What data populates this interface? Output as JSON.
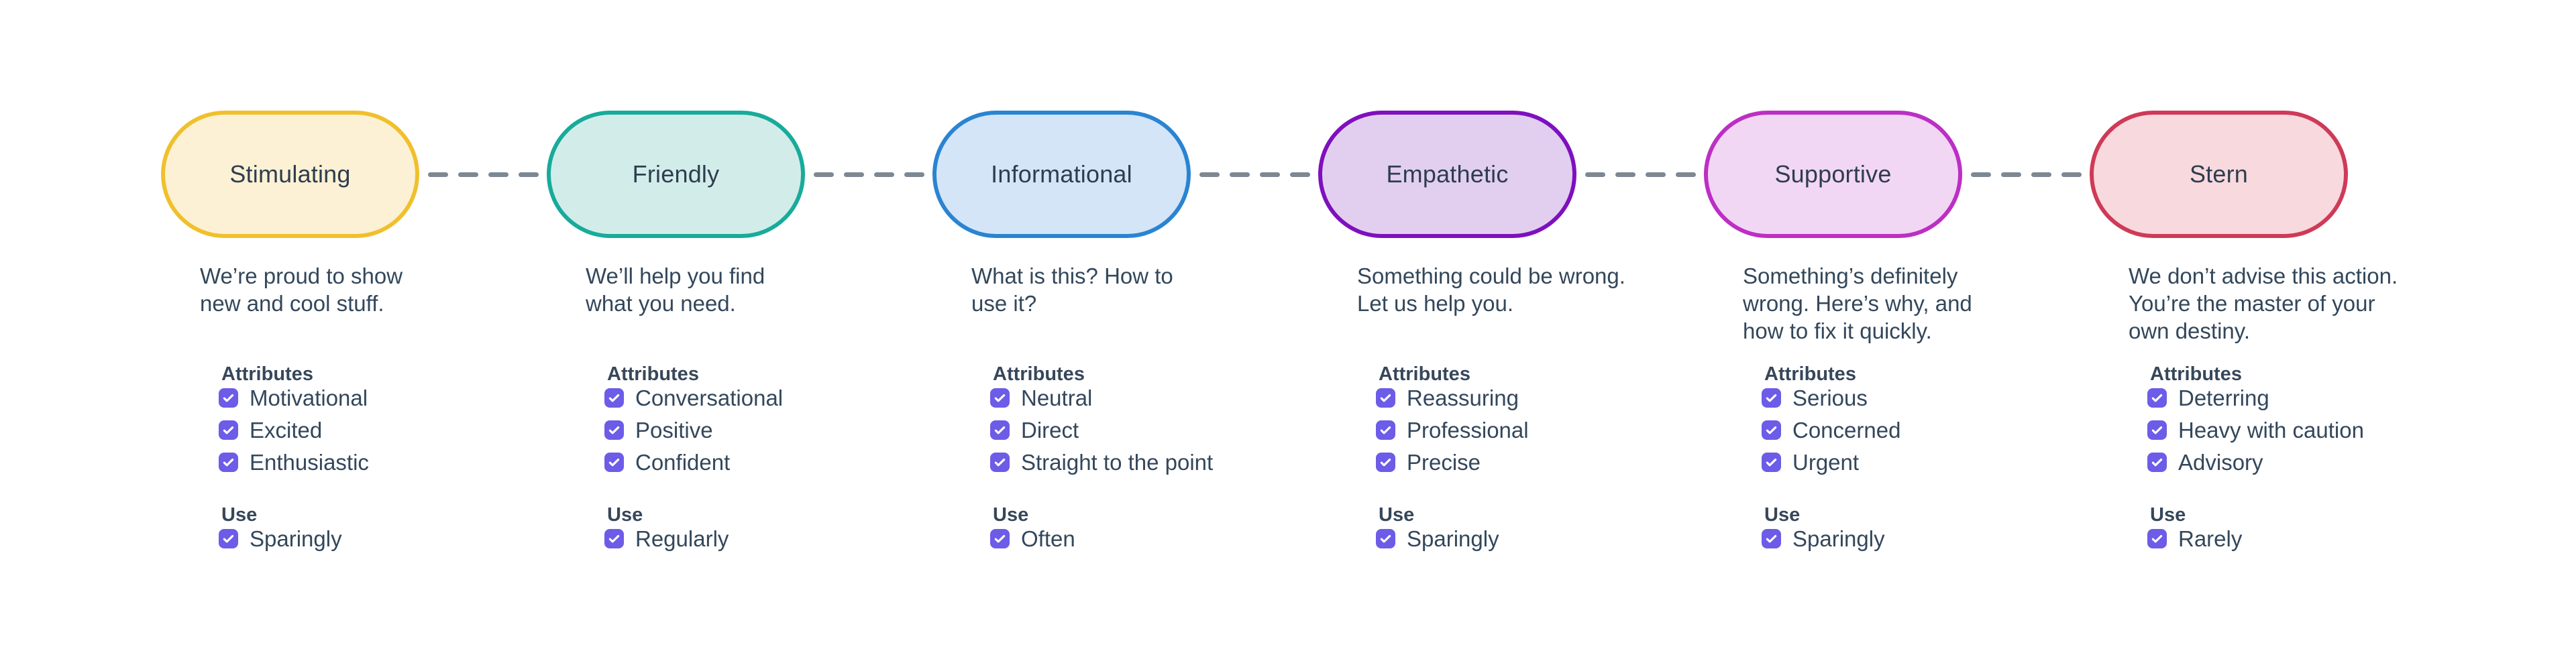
{
  "diagram": {
    "checkbox_color": "#6C5CE7",
    "connector_color": "#7C8894",
    "text_color": "#33475B",
    "tones": [
      {
        "label": "Stimulating",
        "border_color": "#F0C02C",
        "fill_color": "#FCF1D4",
        "description": "We’re proud to show\nnew and cool stuff.",
        "attributes_label": "Attributes",
        "attributes": [
          {
            "label": "Motivational",
            "checked": true
          },
          {
            "label": "Excited",
            "checked": true
          },
          {
            "label": "Enthusiastic",
            "checked": true
          }
        ],
        "use_label": "Use",
        "use": {
          "label": "Sparingly",
          "checked": true
        }
      },
      {
        "label": "Friendly",
        "border_color": "#18AB9B",
        "fill_color": "#D2EDE9",
        "description": "We’ll help you find\nwhat you need.",
        "attributes_label": "Attributes",
        "attributes": [
          {
            "label": "Conversational",
            "checked": true
          },
          {
            "label": "Positive",
            "checked": true
          },
          {
            "label": "Confident",
            "checked": true
          }
        ],
        "use_label": "Use",
        "use": {
          "label": "Regularly",
          "checked": true
        }
      },
      {
        "label": "Informational",
        "border_color": "#2A84D2",
        "fill_color": "#D4E5F7",
        "description": "What is this? How to\nuse it?",
        "attributes_label": "Attributes",
        "attributes": [
          {
            "label": "Neutral",
            "checked": true
          },
          {
            "label": "Direct",
            "checked": true
          },
          {
            "label": "Straight to the point",
            "checked": true
          }
        ],
        "use_label": "Use",
        "use": {
          "label": "Often",
          "checked": true
        }
      },
      {
        "label": "Empathetic",
        "border_color": "#7E10BE",
        "fill_color": "#E2CFF0",
        "description": "Something could be wrong.\nLet us help you.",
        "attributes_label": "Attributes",
        "attributes": [
          {
            "label": "Reassuring",
            "checked": true
          },
          {
            "label": "Professional",
            "checked": true
          },
          {
            "label": "Precise",
            "checked": true
          }
        ],
        "use_label": "Use",
        "use": {
          "label": "Sparingly",
          "checked": true
        }
      },
      {
        "label": "Supportive",
        "border_color": "#BC2FC4",
        "fill_color": "#F2D7F4",
        "description": "Something’s definitely\nwrong. Here’s why, and\nhow to fix it quickly.",
        "attributes_label": "Attributes",
        "attributes": [
          {
            "label": "Serious",
            "checked": true
          },
          {
            "label": "Concerned",
            "checked": true
          },
          {
            "label": "Urgent",
            "checked": true
          }
        ],
        "use_label": "Use",
        "use": {
          "label": "Sparingly",
          "checked": true
        }
      },
      {
        "label": "Stern",
        "border_color": "#CE3A57",
        "fill_color": "#F8D9DE",
        "description": "We don’t advise this action.\nYou’re the master of your\nown destiny.",
        "attributes_label": "Attributes",
        "attributes": [
          {
            "label": "Deterring",
            "checked": true
          },
          {
            "label": "Heavy with caution",
            "checked": true
          },
          {
            "label": "Advisory",
            "checked": true
          }
        ],
        "use_label": "Use",
        "use": {
          "label": "Rarely",
          "checked": true
        }
      }
    ]
  }
}
